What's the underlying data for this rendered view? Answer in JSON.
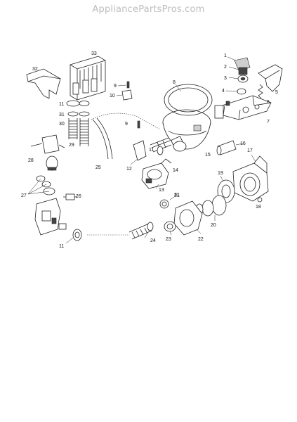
{
  "site": {
    "watermark": "AppliancePartsPros.com"
  },
  "callouts": [
    "1",
    "2",
    "3",
    "4",
    "5",
    "6",
    "7",
    "8",
    "9",
    "9",
    "10",
    "11",
    "11",
    "11",
    "12",
    "13",
    "14",
    "15",
    "16",
    "17",
    "18",
    "19",
    "20",
    "21",
    "22",
    "23",
    "24",
    "25",
    "26",
    "27",
    "28",
    "29",
    "30",
    "31",
    "31",
    "32",
    "33"
  ]
}
